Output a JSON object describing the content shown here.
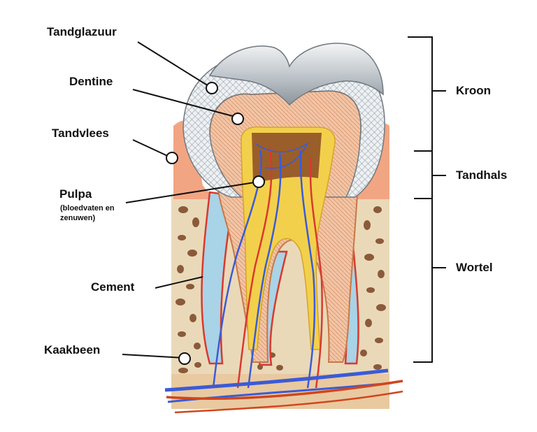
{
  "labels": {
    "tandglazuur": "Tandglazuur",
    "dentine": "Dentine",
    "tandvlees": "Tandvlees",
    "pulpa": "Pulpa",
    "pulpa_note_1": "(bloedvaten en",
    "pulpa_note_2": "zenuwen)",
    "cement": "Cement",
    "kaakbeen": "Kaakbeen"
  },
  "regions": {
    "kroon": "Kroon",
    "tandhals": "Tandhals",
    "wortel": "Wortel"
  },
  "colors": {
    "enamel": "#dfe3e6",
    "dentine": "#e8a47a",
    "gum": "#f2a582",
    "bone": "#ead9b8",
    "pulp": "#f0c63a",
    "vein": "#3b5bd6",
    "artery": "#d0461e"
  }
}
